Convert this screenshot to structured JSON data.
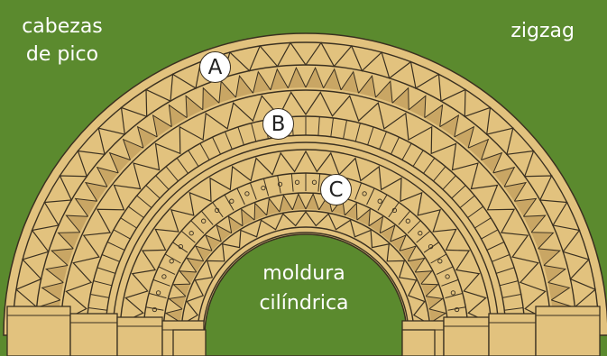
{
  "labels": {
    "top_left_line1": "cabezas",
    "top_left_line2": "de pico",
    "top_right": "zigzag",
    "center_line1": "moldura",
    "center_line2": "cilíndrica"
  },
  "markers": {
    "a": "A",
    "b": "B",
    "c": "C"
  },
  "colors": {
    "background": "#5b8a2e",
    "stone": "#e2c27e",
    "stone_dark": "#b48f4e",
    "line": "#3a3020",
    "marker_fill": "#ffffff",
    "label_text": "#ffffff"
  }
}
